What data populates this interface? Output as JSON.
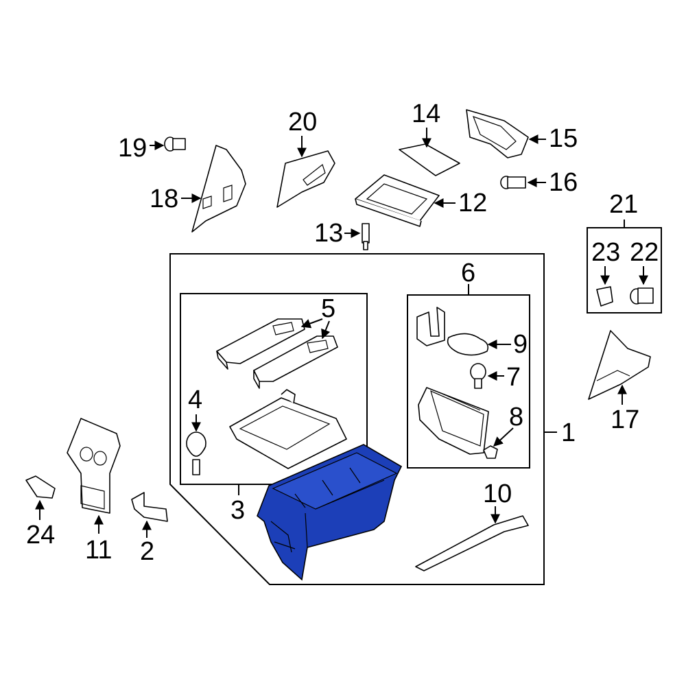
{
  "colors": {
    "highlight": "#1c3fb8",
    "highlight_dark": "#0e2580",
    "line": "#000000",
    "background": "#ffffff"
  },
  "callouts": {
    "c1": "1",
    "c2": "2",
    "c3": "3",
    "c4": "4",
    "c5": "5",
    "c6": "6",
    "c7": "7",
    "c8": "8",
    "c9": "9",
    "c10": "10",
    "c11": "11",
    "c12": "12",
    "c13": "13",
    "c14": "14",
    "c15": "15",
    "c16": "16",
    "c17": "17",
    "c18": "18",
    "c19": "19",
    "c20": "20",
    "c21": "21",
    "c22": "22",
    "c23": "23",
    "c24": "24"
  },
  "highlighted_part": "3"
}
